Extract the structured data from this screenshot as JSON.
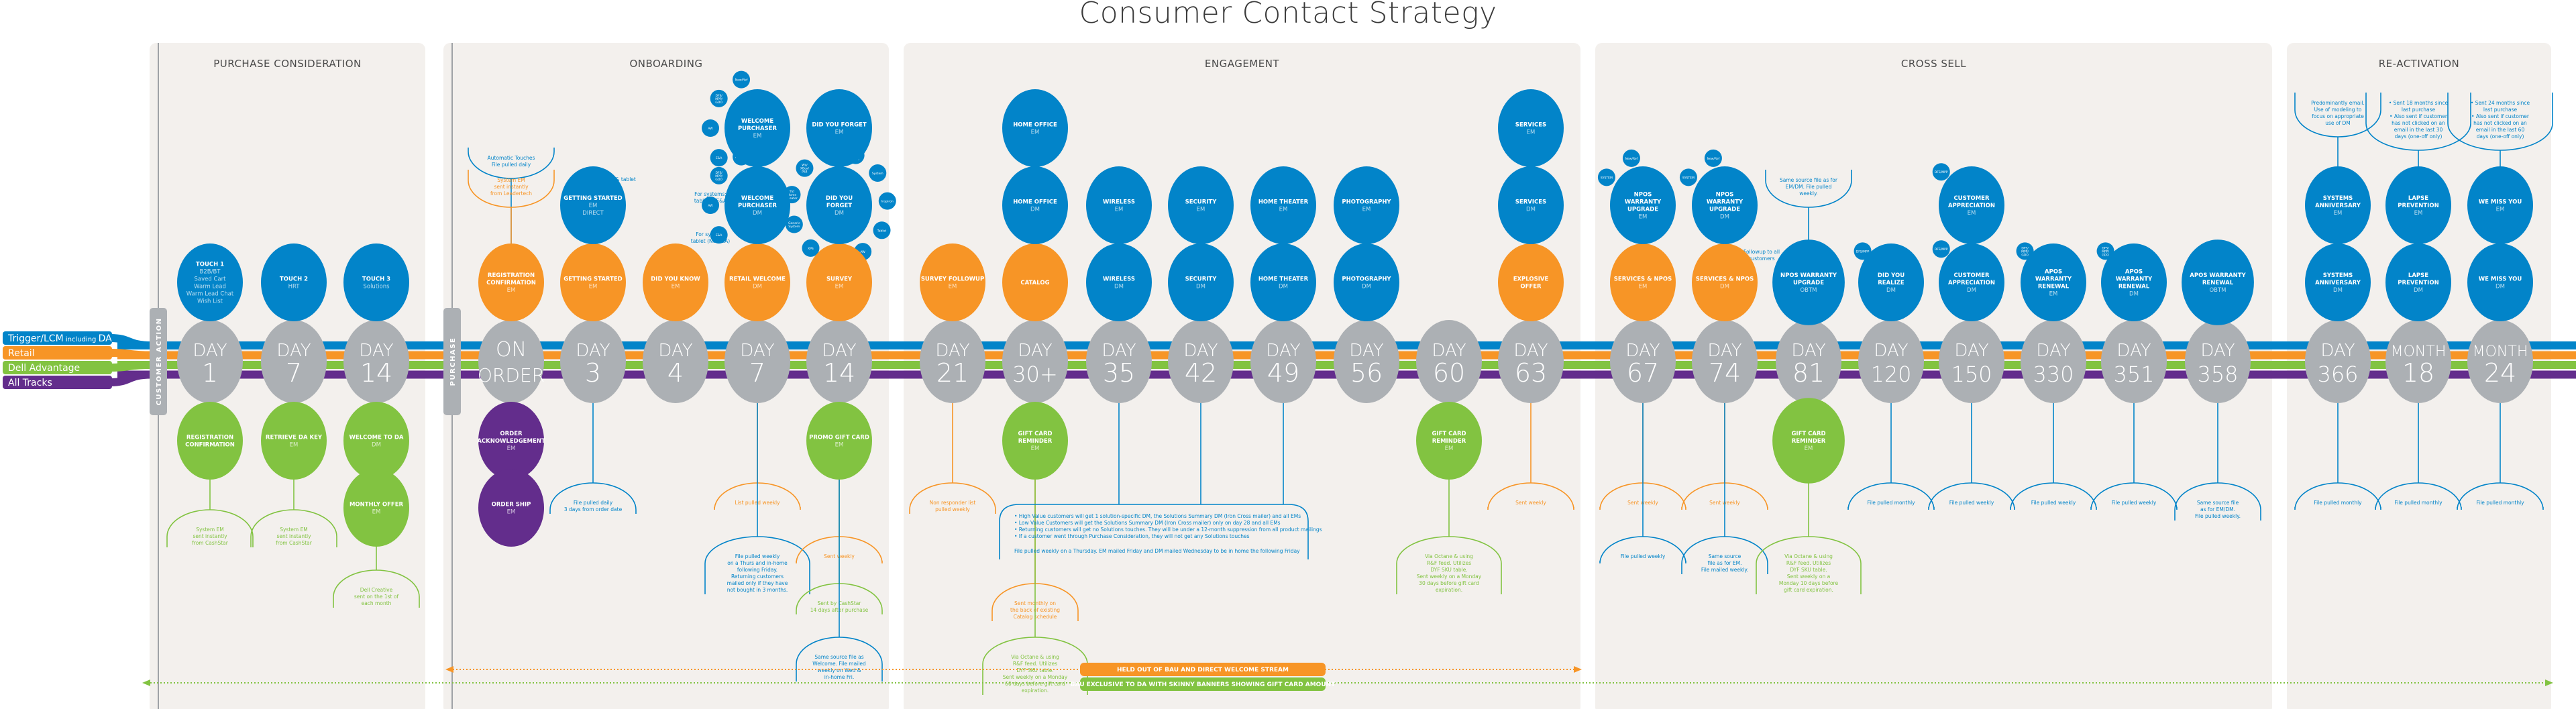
{
  "title": "Consumer Contact Strategy",
  "colors": {
    "blue": "#0284c9",
    "orange": "#f79526",
    "green": "#82c341",
    "purple": "#632d8c",
    "gray": "#acb0b4",
    "panel": "#f3f0ed"
  },
  "legend": [
    {
      "label": "Trigger/LCM",
      "sub": "including",
      "tail": "DA",
      "color": "blue"
    },
    {
      "label": "Retail",
      "color": "orange"
    },
    {
      "label": "Dell Advantage",
      "color": "green"
    },
    {
      "label": "All Tracks",
      "color": "purple"
    }
  ],
  "pills": {
    "customer_action": "CUSTOMER ACTION",
    "purchase": "PURCHASE"
  },
  "phases": [
    {
      "name": "PURCHASE CONSIDERATION"
    },
    {
      "name": "ONBOARDING"
    },
    {
      "name": "ENGAGEMENT"
    },
    {
      "name": "CROSS SELL"
    },
    {
      "name": "RE-ACTIVATION"
    }
  ],
  "days": [
    {
      "top": "DAY",
      "num": "1"
    },
    {
      "top": "DAY",
      "num": "7"
    },
    {
      "top": "DAY",
      "num": "14"
    },
    {
      "top": "ON",
      "num": "ORDER"
    },
    {
      "top": "DAY",
      "num": "3"
    },
    {
      "top": "DAY",
      "num": "4"
    },
    {
      "top": "DAY",
      "num": "7"
    },
    {
      "top": "DAY",
      "num": "14"
    },
    {
      "top": "DAY",
      "num": "21"
    },
    {
      "top": "DAY",
      "num": "30+"
    },
    {
      "top": "DAY",
      "num": "35"
    },
    {
      "top": "DAY",
      "num": "42"
    },
    {
      "top": "DAY",
      "num": "49"
    },
    {
      "top": "DAY",
      "num": "56"
    },
    {
      "top": "DAY",
      "num": "60"
    },
    {
      "top": "DAY",
      "num": "63"
    },
    {
      "top": "DAY",
      "num": "67"
    },
    {
      "top": "DAY",
      "num": "74"
    },
    {
      "top": "DAY",
      "num": "81"
    },
    {
      "top": "DAY",
      "num": "120"
    },
    {
      "top": "DAY",
      "num": "150"
    },
    {
      "top": "DAY",
      "num": "330"
    },
    {
      "top": "DAY",
      "num": "351"
    },
    {
      "top": "DAY",
      "num": "358"
    },
    {
      "top": "DAY",
      "num": "366"
    },
    {
      "top": "MONTH",
      "num": "18"
    },
    {
      "top": "MONTH",
      "num": "24"
    }
  ],
  "nodes": [
    {
      "day": 0,
      "row": 1,
      "color": "blue",
      "lines": [
        "TOUCH 1"
      ],
      "sub": [
        "B2B/BT",
        "Saved Cart",
        "Warm Lead",
        "Warm Lead Chat",
        "Wish List"
      ]
    },
    {
      "day": 1,
      "row": 1,
      "color": "blue",
      "lines": [
        "TOUCH 2"
      ],
      "sub": [
        "HRT"
      ]
    },
    {
      "day": 2,
      "row": 1,
      "color": "blue",
      "lines": [
        "TOUCH 3"
      ],
      "sub": [
        "Solutions"
      ]
    },
    {
      "day": 0,
      "row": -1,
      "color": "green",
      "lines": [
        "REGISTRATION",
        "CONFIRMATION"
      ],
      "sub": []
    },
    {
      "day": 1,
      "row": -1,
      "color": "green",
      "lines": [
        "RETRIEVE DA KEY"
      ],
      "sub": [
        "EM"
      ]
    },
    {
      "day": 2,
      "row": -1,
      "color": "green",
      "lines": [
        "WELCOME TO DA"
      ],
      "sub": [
        "DM"
      ]
    },
    {
      "day": 2,
      "row": -2,
      "color": "green",
      "lines": [
        "MONTHLY OFFER"
      ],
      "sub": [
        "EM"
      ]
    },
    {
      "day": 3,
      "row": 1,
      "color": "orange",
      "lines": [
        "REGISTRATION",
        "CONFIRMATION"
      ],
      "sub": [
        "EM"
      ]
    },
    {
      "day": 3,
      "row": -1,
      "color": "purple",
      "lines": [
        "ORDER",
        "ACKNOWLEDGEMENT"
      ],
      "sub": [
        "EM"
      ]
    },
    {
      "day": 3,
      "row": -2,
      "color": "purple",
      "lines": [
        "ORDER SHIP"
      ],
      "sub": [
        "EM"
      ]
    },
    {
      "day": 4,
      "row": 1,
      "color": "orange",
      "lines": [
        "GETTING STARTED"
      ],
      "sub": [
        "EM"
      ]
    },
    {
      "day": 4,
      "row": 2,
      "color": "blue",
      "lines": [
        "GETTING STARTED"
      ],
      "sub": [
        "EM",
        "DIRECT"
      ]
    },
    {
      "day": 5,
      "row": 1,
      "color": "orange",
      "lines": [
        "DID YOU KNOW"
      ],
      "sub": [
        "EM"
      ]
    },
    {
      "day": 6,
      "row": 1,
      "color": "orange",
      "lines": [
        "RETAIL WELCOME"
      ],
      "sub": [
        "DM"
      ]
    },
    {
      "day": 6,
      "row": 2,
      "color": "blue",
      "lines": [
        "WELCOME",
        "PURCHASER"
      ],
      "sub": [
        "DM"
      ]
    },
    {
      "day": 6,
      "row": 3,
      "color": "blue",
      "lines": [
        "WELCOME",
        "PURCHASER"
      ],
      "sub": [
        "EM"
      ]
    },
    {
      "day": 7,
      "row": 1,
      "color": "orange",
      "lines": [
        "SURVEY"
      ],
      "sub": [
        "EM"
      ]
    },
    {
      "day": 7,
      "row": 2,
      "color": "blue",
      "lines": [
        "DID YOU",
        "FORGET"
      ],
      "sub": [
        "DM"
      ]
    },
    {
      "day": 7,
      "row": 3,
      "color": "blue",
      "lines": [
        "DID YOU FORGET"
      ],
      "sub": [
        "EM"
      ]
    },
    {
      "day": 7,
      "row": -1,
      "color": "green",
      "lines": [
        "PROMO GIFT CARD"
      ],
      "sub": [
        "EM"
      ]
    },
    {
      "day": 8,
      "row": 1,
      "color": "orange",
      "lines": [
        "SURVEY FOLLOWUP"
      ],
      "sub": [
        "EM"
      ]
    },
    {
      "day": 9,
      "row": 1,
      "color": "orange",
      "lines": [
        "CATALOG"
      ],
      "sub": []
    },
    {
      "day": 9,
      "row": 2,
      "color": "blue",
      "lines": [
        "HOME OFFICE"
      ],
      "sub": [
        "DM"
      ]
    },
    {
      "day": 9,
      "row": 3,
      "color": "blue",
      "lines": [
        "HOME OFFICE"
      ],
      "sub": [
        "EM"
      ]
    },
    {
      "day": 9,
      "row": -1,
      "color": "green",
      "lines": [
        "GIFT CARD",
        "REMINDER"
      ],
      "sub": [
        "EM"
      ]
    },
    {
      "day": 10,
      "row": 1,
      "color": "blue",
      "lines": [
        "WIRELESS"
      ],
      "sub": [
        "DM"
      ]
    },
    {
      "day": 10,
      "row": 2,
      "color": "blue",
      "lines": [
        "WIRELESS"
      ],
      "sub": [
        "EM"
      ]
    },
    {
      "day": 11,
      "row": 1,
      "color": "blue",
      "lines": [
        "SECURITY"
      ],
      "sub": [
        "DM"
      ]
    },
    {
      "day": 11,
      "row": 2,
      "color": "blue",
      "lines": [
        "SECURITY"
      ],
      "sub": [
        "EM"
      ]
    },
    {
      "day": 12,
      "row": 1,
      "color": "blue",
      "lines": [
        "HOME THEATER"
      ],
      "sub": [
        "DM"
      ]
    },
    {
      "day": 12,
      "row": 2,
      "color": "blue",
      "lines": [
        "HOME THEATER"
      ],
      "sub": [
        "EM"
      ]
    },
    {
      "day": 13,
      "row": 1,
      "color": "blue",
      "lines": [
        "PHOTOGRAPHY"
      ],
      "sub": [
        "DM"
      ]
    },
    {
      "day": 13,
      "row": 2,
      "color": "blue",
      "lines": [
        "PHOTOGRAPHY"
      ],
      "sub": [
        "EM"
      ]
    },
    {
      "day": 14,
      "row": -1,
      "color": "green",
      "lines": [
        "GIFT CARD",
        "REMINDER"
      ],
      "sub": [
        "EM"
      ]
    },
    {
      "day": 15,
      "row": 1,
      "color": "orange",
      "lines": [
        "EXPLOSIVE",
        "OFFER"
      ],
      "sub": []
    },
    {
      "day": 15,
      "row": 2,
      "color": "blue",
      "lines": [
        "SERVICES"
      ],
      "sub": [
        "DM"
      ]
    },
    {
      "day": 15,
      "row": 3,
      "color": "blue",
      "lines": [
        "SERVICES"
      ],
      "sub": [
        "EM"
      ]
    },
    {
      "day": 16,
      "row": 1,
      "color": "orange",
      "lines": [
        "SERVICES & NPOS"
      ],
      "sub": [
        "EM"
      ]
    },
    {
      "day": 16,
      "row": 2,
      "color": "blue",
      "lines": [
        "NPOS",
        "WARRANTY",
        "UPGRADE"
      ],
      "sub": [
        "EM"
      ]
    },
    {
      "day": 17,
      "row": 1,
      "color": "orange",
      "lines": [
        "SERVICES & NPOS"
      ],
      "sub": [
        "DM"
      ]
    },
    {
      "day": 17,
      "row": 2,
      "color": "blue",
      "lines": [
        "NPOS",
        "WARRANTY",
        "UPGRADE"
      ],
      "sub": [
        "DM"
      ]
    },
    {
      "day": 18,
      "row": 1,
      "color": "blue",
      "lines": [
        "NPOS WARRANTY",
        "UPGRADE"
      ],
      "sub": [
        "OBTM"
      ]
    },
    {
      "day": 18,
      "row": -1,
      "color": "green",
      "lines": [
        "GIFT CARD",
        "REMINDER"
      ],
      "sub": [
        "EM"
      ]
    },
    {
      "day": 19,
      "row": 1,
      "color": "blue",
      "lines": [
        "DID YOU",
        "REALIZE"
      ],
      "sub": [
        "DM"
      ]
    },
    {
      "day": 20,
      "row": 1,
      "color": "blue",
      "lines": [
        "CUSTOMER",
        "APPRECIATION"
      ],
      "sub": [
        "DM"
      ]
    },
    {
      "day": 20,
      "row": 2,
      "color": "blue",
      "lines": [
        "CUSTOMER",
        "APPRECIATION"
      ],
      "sub": [
        "EM"
      ]
    },
    {
      "day": 21,
      "row": 1,
      "color": "blue",
      "lines": [
        "APOS",
        "WARRANTY",
        "RENEWAL"
      ],
      "sub": [
        "EM"
      ]
    },
    {
      "day": 22,
      "row": 1,
      "color": "blue",
      "lines": [
        "APOS",
        "WARRANTY",
        "RENEWAL"
      ],
      "sub": [
        "DM"
      ]
    },
    {
      "day": 23,
      "row": 1,
      "color": "blue",
      "lines": [
        "APOS WARRANTY",
        "RENEWAL"
      ],
      "sub": [
        "OBTM"
      ]
    },
    {
      "day": 24,
      "row": 1,
      "color": "blue",
      "lines": [
        "SYSTEMS",
        "ANNIVERSARY"
      ],
      "sub": [
        "DM"
      ]
    },
    {
      "day": 24,
      "row": 2,
      "color": "blue",
      "lines": [
        "SYSTEMS",
        "ANNIVERSARY"
      ],
      "sub": [
        "EM"
      ]
    },
    {
      "day": 25,
      "row": 1,
      "color": "blue",
      "lines": [
        "LAPSE",
        "PREVENTION"
      ],
      "sub": [
        "DM"
      ]
    },
    {
      "day": 25,
      "row": 2,
      "color": "blue",
      "lines": [
        "LAPSE",
        "PREVENTION"
      ],
      "sub": [
        "EM"
      ]
    },
    {
      "day": 26,
      "row": 1,
      "color": "blue",
      "lines": [
        "WE MISS YOU"
      ],
      "sub": [
        "DM"
      ]
    },
    {
      "day": 26,
      "row": 2,
      "color": "blue",
      "lines": [
        "WE MISS YOU"
      ],
      "sub": [
        "EM"
      ]
    }
  ],
  "notes": [
    {
      "day": 0,
      "pos": "below",
      "color": "green",
      "lines": [
        "System EM",
        "sent instantly",
        "from CashStar"
      ]
    },
    {
      "day": 1,
      "pos": "below",
      "color": "green",
      "lines": [
        "System EM",
        "sent instantly",
        "from CashStar"
      ]
    },
    {
      "day": 2,
      "pos": "below",
      "color": "green",
      "lines": [
        "Dell Creative",
        "sent on the 1st of",
        "each month"
      ]
    },
    {
      "day": 3,
      "pos": "above-high",
      "color": "blue",
      "lines": [
        "Automatic Touches",
        "File pulled daily"
      ]
    },
    {
      "day": 3,
      "pos": "above",
      "color": "orange",
      "lines": [
        "System EM",
        "sent instantly",
        "from Leadertech"
      ]
    },
    {
      "day": 4,
      "pos": "below",
      "color": "blue",
      "lines": [
        "File pulled daily",
        "3 days from order date"
      ]
    },
    {
      "day": 6,
      "pos": "below",
      "color": "orange",
      "lines": [
        "List pulled weekly"
      ]
    },
    {
      "day": 6,
      "pos": "below2",
      "color": "blue",
      "lines": [
        "File pulled weekly",
        "on a Thurs and in-home",
        "following Friday.",
        "Returning customers",
        "mailed only if they have",
        "not bought in 3 months."
      ]
    },
    {
      "day": 7,
      "pos": "below2",
      "color": "orange",
      "lines": [
        "Sent weekly"
      ]
    },
    {
      "day": 7,
      "pos": "below3",
      "color": "green",
      "lines": [
        "Sent by CashStar",
        "14 days after purchase"
      ]
    },
    {
      "day": 7,
      "pos": "below4",
      "color": "blue",
      "lines": [
        "Same source file as",
        "Welcome. File mailed",
        "weekly on Wed &",
        "in-home Fri."
      ]
    },
    {
      "day": 8,
      "pos": "below",
      "color": "orange",
      "lines": [
        "Non responder list",
        "pulled weekly"
      ]
    },
    {
      "day": 9,
      "pos": "below3",
      "color": "orange",
      "lines": [
        "Sent monthly on",
        "the back of existing",
        "Catalog schedule"
      ]
    },
    {
      "day": 9,
      "pos": "below4",
      "color": "green",
      "lines": [
        "Via Octane & using",
        "R&F feed. Utilizes",
        "DYF SKU table.",
        "Sent weekly on a Monday",
        "60 days before gift card",
        "expiration."
      ]
    },
    {
      "day": 14,
      "pos": "below2",
      "color": "green",
      "lines": [
        "Via Octane & using",
        "R&F feed. Utilizes",
        "DYF SKU table.",
        "Sent weekly on a Monday",
        "30 days before gift card",
        "expiration."
      ]
    },
    {
      "day": 15,
      "pos": "below",
      "color": "orange",
      "lines": [
        "Sent weekly"
      ]
    },
    {
      "day": 16,
      "pos": "below",
      "color": "orange",
      "lines": [
        "Sent weekly"
      ]
    },
    {
      "day": 16,
      "pos": "below2",
      "color": "blue",
      "lines": [
        "File pulled weekly"
      ]
    },
    {
      "day": 17,
      "pos": "below",
      "color": "orange",
      "lines": [
        "Sent weekly"
      ]
    },
    {
      "day": 17,
      "pos": "below2",
      "color": "blue",
      "lines": [
        "Same source",
        "file as for EM.",
        "File mailed weekly."
      ]
    },
    {
      "day": 18,
      "pos": "above",
      "color": "blue",
      "lines": [
        "Same source file as for",
        "EM/DM. File pulled",
        "weekly."
      ]
    },
    {
      "day": 18,
      "pos": "below2",
      "color": "green",
      "lines": [
        "Via Octane & using",
        "R&F feed. Utilizes",
        "DYF SKU table.",
        "Sent weekly on a",
        "Monday 10 days before",
        "gift card expiration."
      ]
    },
    {
      "day": 19,
      "pos": "below",
      "color": "blue",
      "lines": [
        "File pulled monthly"
      ]
    },
    {
      "day": 20,
      "pos": "below",
      "color": "blue",
      "lines": [
        "File pulled weekly"
      ]
    },
    {
      "day": 21,
      "pos": "below",
      "color": "blue",
      "lines": [
        "File pulled weekly"
      ]
    },
    {
      "day": 22,
      "pos": "below",
      "color": "blue",
      "lines": [
        "File pulled weekly"
      ]
    },
    {
      "day": 23,
      "pos": "below",
      "color": "blue",
      "lines": [
        "Same source file",
        "as for EM/DM.",
        "File pulled weekly."
      ]
    },
    {
      "day": 24,
      "pos": "above",
      "color": "blue",
      "lines": [
        "Predominantly email.",
        "Use of modeling to",
        "focus on appropriate",
        "use of DM"
      ]
    },
    {
      "day": 25,
      "pos": "above",
      "color": "blue",
      "lines": [
        "• Sent 18 months since",
        "  last purchase",
        "• Also sent if customer",
        "  has not clicked on an",
        "  email in the last 30",
        "  days (one-off only)"
      ]
    },
    {
      "day": 26,
      "pos": "above",
      "color": "blue",
      "lines": [
        "• Sent 24 months since",
        "  last purchase",
        "• Also sent if customer",
        "  has not clicked on an",
        "  email in the last 60",
        "  days (one-off only)"
      ]
    },
    {
      "day": 24,
      "pos": "below",
      "color": "blue",
      "lines": [
        "File pulled monthly"
      ]
    },
    {
      "day": 25,
      "pos": "below",
      "color": "blue",
      "lines": [
        "File pulled monthly"
      ]
    },
    {
      "day": 26,
      "pos": "below",
      "color": "blue",
      "lines": [
        "File pulled monthly"
      ]
    }
  ],
  "side_labels": [
    {
      "day": 4,
      "color": "blue",
      "lines": [
        "For systems & tablet",
        "(No E&A)"
      ]
    },
    {
      "day": 6,
      "color": "blue",
      "lines": [
        "For systems;",
        "tablet & E&A"
      ],
      "slot": "upper"
    },
    {
      "day": 6,
      "color": "blue",
      "lines": [
        "For system,",
        "tablet (No E&A)"
      ],
      "slot": "lower"
    },
    {
      "day": 18,
      "color": "blue",
      "lines": [
        "Followup to all",
        "customers"
      ]
    }
  ],
  "solutions_box": {
    "bullets": [
      "• High Value customers will get 1 solution-specific DM, the Solutions Summary DM (Iron Cross mailer) and all EMs",
      "• Low Value Customers will get the Solutions Summary DM (Iron Cross mailer) only on day 28 and all EMs",
      "• Returning customers will get no Solutions touches. They will be under a 12-month suppression from all product mailings",
      "• If a customer went through Purchase Consideration, they will not get any Solutions touches"
    ],
    "footer": "File pulled weekly on a Thursday. EM mailed Friday and DM mailed Wednesday to be in home the following Friday"
  },
  "mini_tags": {
    "welcome_em": [
      "New/Ref",
      "DFS/ MPP/ GDO",
      "AW",
      "E&A"
    ],
    "welcome_dm": [
      "New/Ref",
      "DFS/ MPP/ GDO",
      "AW",
      "E&A"
    ],
    "dyf_dm": [
      "DFS/ MPP/ GDO",
      "System",
      "Inspiron",
      "Tablet",
      "AW",
      "AW",
      "XPS",
      "Generic System",
      "TV/ Home theater",
      "Wii/ XBox/ PS4",
      "Generic E&A"
    ],
    "npos_em": [
      "SYSTEM",
      "New/Ref"
    ],
    "npos_dm": [
      "SYSTEM",
      "New/Ref"
    ],
    "realize": [
      "DFS/MPP"
    ],
    "appreciation_em": [
      "DFS/MPP"
    ],
    "appreciation_dm": [
      "DFS/MPP"
    ],
    "apos_em": [
      "DFS/ MPP/ GDO"
    ],
    "apos_dm": [
      "DFS/ MPP/ GDO"
    ]
  },
  "banners": {
    "retail": "HELD OUT OF BAU AND DIRECT WELCOME STREAM",
    "da": "BAU EXCLUSIVE TO DA WITH SKINNY BANNERS SHOWING GIFT CARD AMOUNT"
  }
}
